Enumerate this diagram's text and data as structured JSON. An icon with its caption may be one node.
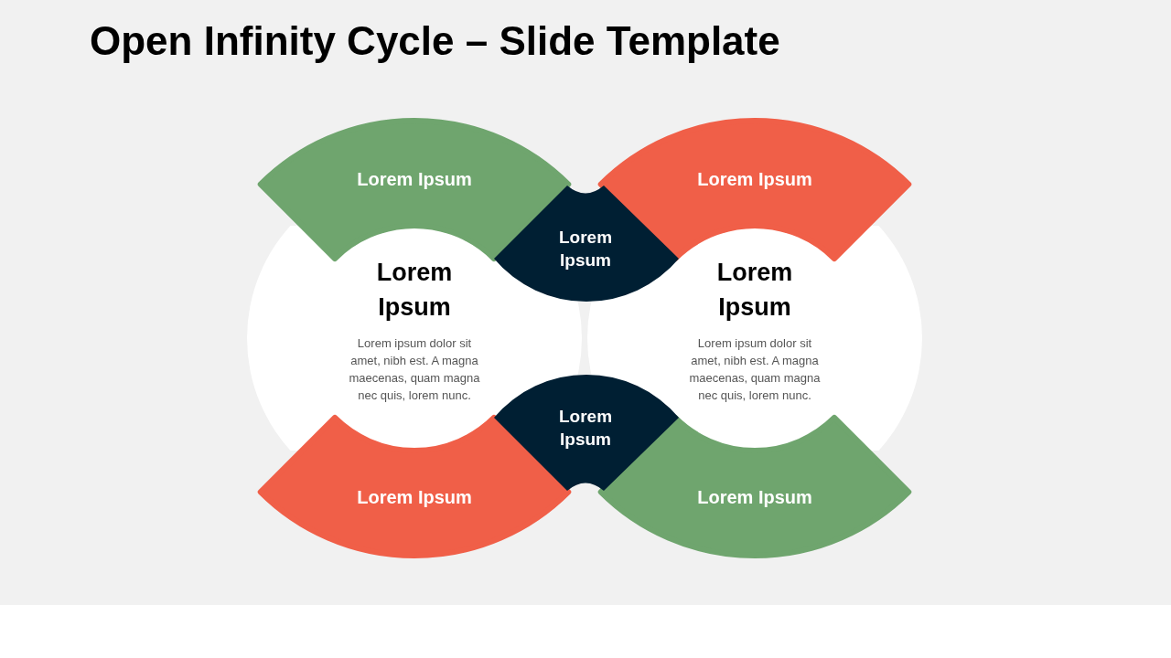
{
  "diagram": {
    "title": "Open Infinity Cycle – Slide Template",
    "nodes": [
      {
        "text": [
          "Lorem Ipsum"
        ]
      },
      {
        "text": [
          "Lorem Ipsum"
        ]
      },
      {
        "text": [
          "Lorem Ipsum"
        ]
      },
      {
        "text": [
          "Lorem Ipsum",
          "Lorem ipsum dolor sit amet, nibh est. A magna maecenas, quam magna nec quis, lorem nunc."
        ]
      },
      {
        "text": [
          "Lorem Ipsum",
          "Lorem ipsum dolor sit amet, nibh est. A magna maecenas, quam magna nec quis, lorem nunc."
        ]
      },
      {
        "text": [
          "Lorem Ipsum"
        ]
      },
      {
        "text": [
          "Lorem Ipsum"
        ]
      },
      {
        "text": [
          "Lorem Ipsum"
        ]
      }
    ]
  }
}
